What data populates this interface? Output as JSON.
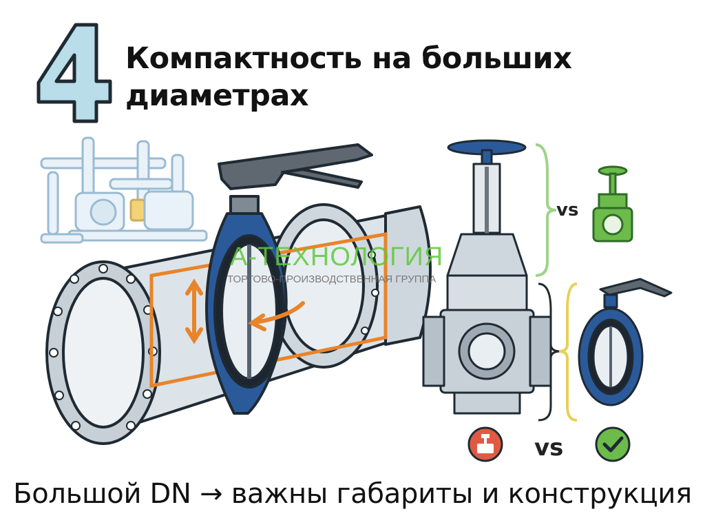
{
  "heading": {
    "number": "4",
    "title_line1": "Компактность на больших",
    "title_line2": "диаметрах"
  },
  "watermark": {
    "logo": "А-ТЕХНОЛОГИЯ",
    "subtitle": "ТОРГОВО-ПРОИЗВОДСТВЕННАЯ ГРУППА"
  },
  "comparison": {
    "vs_top": "vs",
    "vs_bottom": "vs",
    "bad_icon": "cross-gate-valve-icon",
    "good_icon": "check-icon"
  },
  "caption": "Большой DN → важны габариты и конструкция",
  "colors": {
    "number_fill": "#b9dde9",
    "outline": "#1f2a33",
    "steel": "#cdd5dc",
    "valve_blue": "#2b5a9a",
    "accent_orange": "#e8842a",
    "green": "#6dbb4b",
    "red": "#e05a43",
    "bracket_green": "#9fd28a",
    "bracket_yellow": "#e9cf5a"
  }
}
